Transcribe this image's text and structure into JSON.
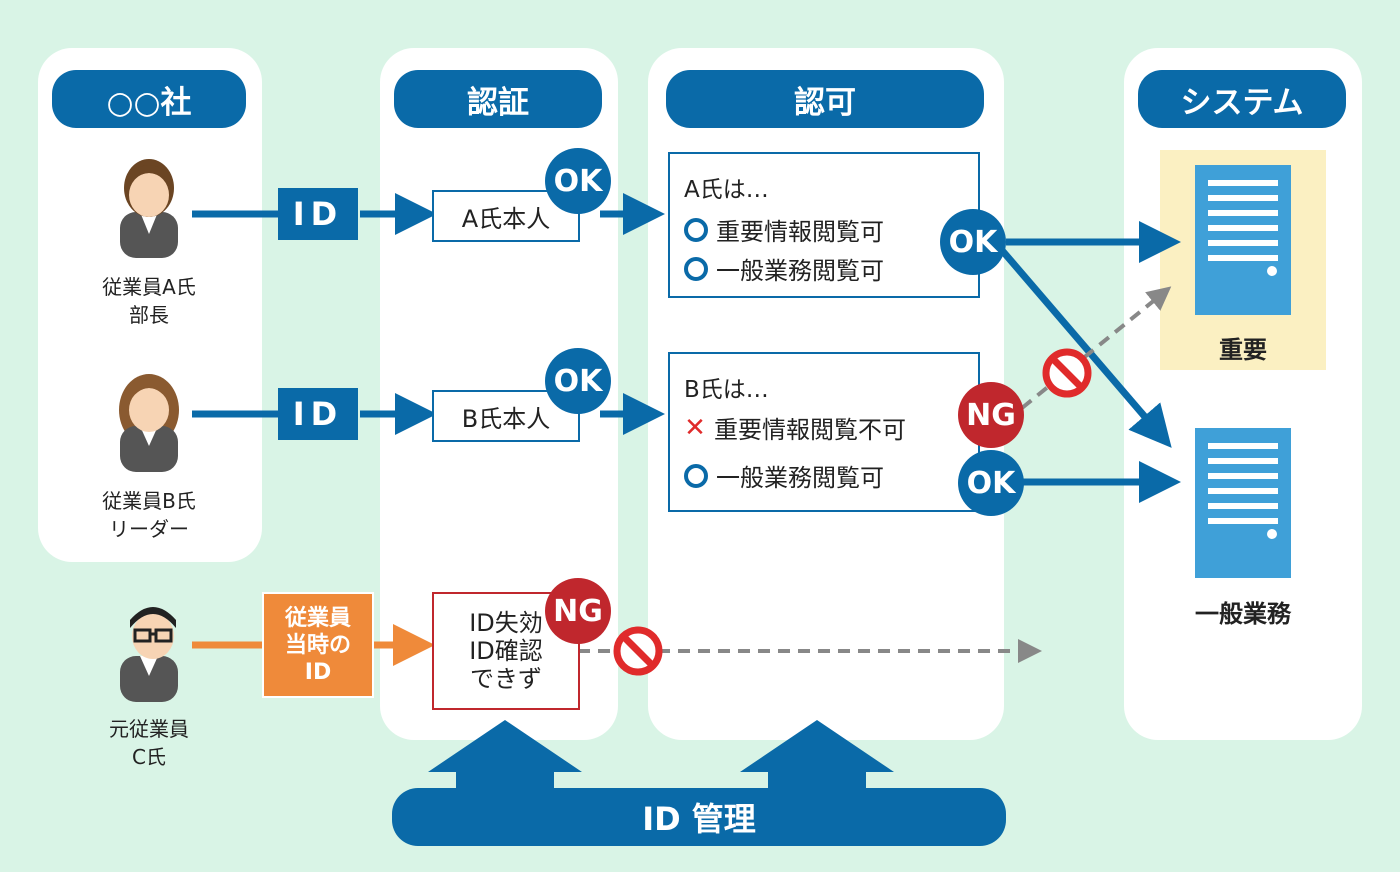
{
  "columns": {
    "company": "○○社",
    "authentication": "認証",
    "authorization": "認可",
    "system": "システム"
  },
  "people": [
    {
      "line1": "従業員A氏",
      "line2": "部長"
    },
    {
      "line1": "従業員B氏",
      "line2": "リーダー"
    },
    {
      "line1": "元従業員",
      "line2": "C氏"
    }
  ],
  "id_label": "ID",
  "former_id": {
    "line1": "従業員",
    "line2": "当時の",
    "line3": "ID"
  },
  "auth": {
    "a": "A氏本人",
    "b": "B氏本人",
    "c": {
      "line1": "ID失効",
      "line2": "ID確認",
      "line3": "できず"
    }
  },
  "badges": {
    "ok": "OK",
    "ng": "NG"
  },
  "perm_a": {
    "title": "A氏は…",
    "row1": "重要情報閲覧可",
    "row2": "一般業務閲覧可"
  },
  "perm_b": {
    "title": "B氏は…",
    "row1": "重要情報閲覧不可",
    "row2": "一般業務閲覧可"
  },
  "systems": {
    "important": "重要",
    "general": "一般業務"
  },
  "bottom": "ID 管理",
  "colors": {
    "bg": "#d9f4e6",
    "blue": "#0a6aa8",
    "red": "#c0272d",
    "orange": "#ef8a3a",
    "highlight": "#fbf0c2",
    "server": "#3fa0d8"
  }
}
